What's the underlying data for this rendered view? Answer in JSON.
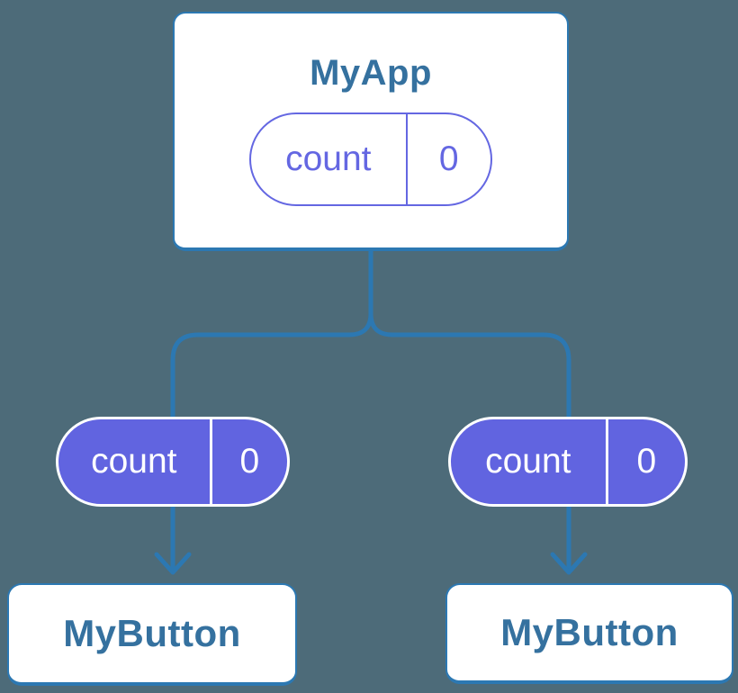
{
  "colors": {
    "background": "#4d6b79",
    "wire_blue": "#2c78b2",
    "card_border_blue": "#2c78b2",
    "card_background": "#ffffff",
    "title_text_blue": "#35719f",
    "pill_fill_purple": "#6164e0",
    "pill_outline_purple": "#6467e2",
    "pill_text_white": "#ffffff"
  },
  "root_card": {
    "title": "MyApp",
    "pill": {
      "label": "count",
      "value": "0"
    }
  },
  "child_pills": [
    {
      "label": "count",
      "value": "0"
    },
    {
      "label": "count",
      "value": "0"
    }
  ],
  "child_cards": [
    {
      "title": "MyButton"
    },
    {
      "title": "MyButton"
    }
  ]
}
